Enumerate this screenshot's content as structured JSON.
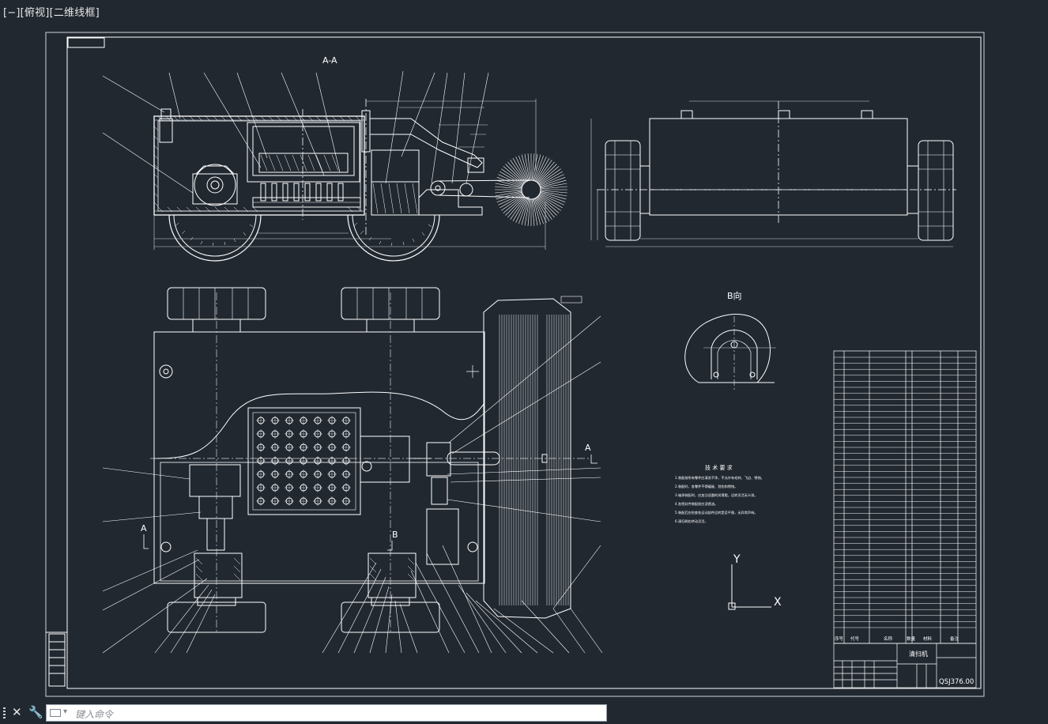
{
  "viewport": {
    "label": "[−][俯视][二维线框]"
  },
  "drawing": {
    "section_title": "A-A",
    "view_b_title": "B向",
    "view_marker_a": "A",
    "view_marker_b": "B",
    "tech_req": {
      "title": "技 术 要 求",
      "lines": [
        "1.装配前所有零件应清洗干净，不允许有毛刺、飞边、锈蚀。",
        "2.装配时，各零件不得磕碰、划伤和锈蚀。",
        "3.轴承装配时，应加注适量的润滑脂，运转灵活无卡滞。",
        "4.各密封件装配前应浸透油。",
        "5.装配后应检查各运动部件运转是否平稳，无异常声响。",
        "6.清扫刷应转动灵活。"
      ]
    },
    "title_block": {
      "name": "清扫机",
      "code": "QSJ376.00"
    },
    "bom_headers": [
      "序号",
      "代号",
      "名称",
      "数量",
      "材料",
      "备注"
    ],
    "ucs": {
      "x": "X",
      "y": "Y"
    }
  },
  "command": {
    "placeholder": "键入命令"
  },
  "colors": {
    "background": "#212830",
    "line": "#ffffff",
    "frame": "#cfd3d8"
  }
}
